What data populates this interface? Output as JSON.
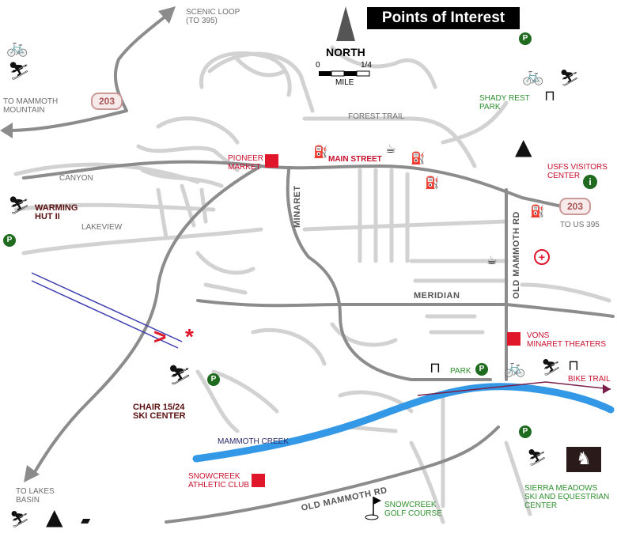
{
  "title": "Points of Interest",
  "north": {
    "label": "NORTH",
    "scale_start": "0",
    "scale_end": "1/4",
    "scale_unit": "MILE"
  },
  "highway_signs": [
    {
      "id": "top-left",
      "text": "203"
    },
    {
      "id": "right",
      "text": "203"
    }
  ],
  "destinations": {
    "scenic_loop": "SCENIC LOOP\n(TO 395)",
    "to_mammoth_mountain": "TO MAMMOTH\nMOUNTAIN",
    "to_us_395": "TO US 395",
    "to_lakes_basin": "TO LAKES\nBASIN"
  },
  "streets": {
    "forest_trail": "FOREST TRAIL",
    "main_street": "MAIN STREET",
    "canyon": "CANYON",
    "lakeview": "LAKEVIEW",
    "minaret": "MINARET",
    "old_mammoth_rd_vertical": "OLD MAMMOTH RD",
    "meridian": "MERIDIAN",
    "old_mammoth_rd_bottom": "OLD MAMMOTH RD"
  },
  "places": {
    "pioneer_market": "PIONEER\nMARKET",
    "shady_rest_park": "SHADY REST\nPARK",
    "usfs_visitors_center": "USFS VISITORS\nCENTER",
    "warming_hut": "WARMING\nHUT II",
    "chair_15_24": "CHAIR 15/24\nSKI CENTER",
    "vons": "VONS\nMINARET THEATERS",
    "park": "PARK",
    "bike_trail": "BIKE TRAIL",
    "mammoth_creek": "MAMMOTH CREEK",
    "snowcreek_athletic": "SNOWCREEK\nATHLETIC CLUB",
    "snowcreek_golf": "SNOWCREEK\nGOLF COURSE",
    "sierra_meadows": "SIERRA MEADOWS\nSKI AND EQUESTRIAN\nCENTER"
  },
  "symbols": {
    "parking": "P",
    "info": "i",
    "first_aid": "+",
    "asterisk": "*",
    "chevron": ">"
  },
  "icons": {
    "bike": "bicycle-icon",
    "skier": "skier-icon",
    "picnic": "picnic-table-icon",
    "tent": "tent-icon",
    "gas": "gas-pump-icon",
    "coffee": "coffee-icon",
    "horse": "horse-icon",
    "golf": "golf-flag-icon",
    "snowmobile": "snowmobile-icon"
  },
  "colors": {
    "road_major": "#8c8c8c",
    "road_minor": "#d2d2d2",
    "creek": "#3399e6",
    "bike_trail": "#7a1f4a",
    "poi_red": "#e0162b",
    "label_green": "#2f8f2f",
    "parking_green": "#1f6b1f"
  }
}
